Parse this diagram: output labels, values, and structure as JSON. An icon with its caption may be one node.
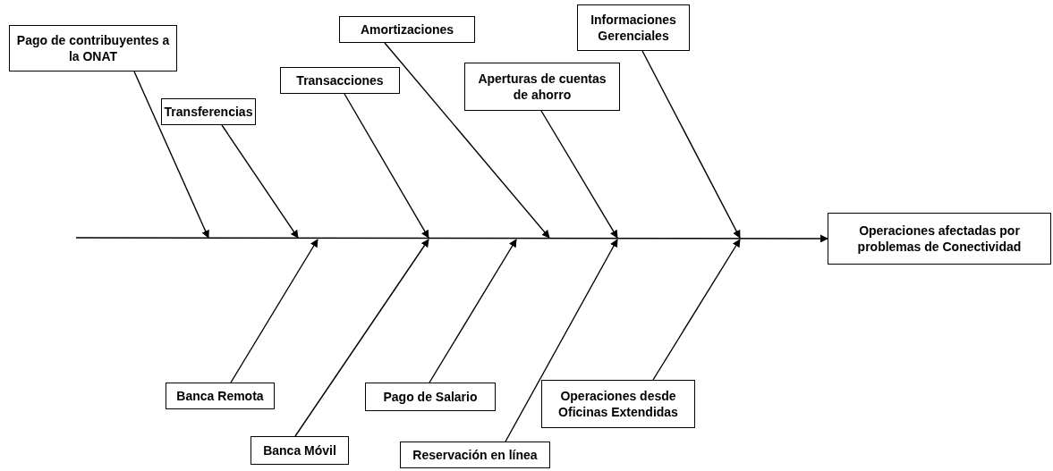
{
  "diagram": {
    "nodes": [
      {
        "text": [
          "Pago de contribuyentes a la ONAT"
        ]
      },
      {
        "text": [
          "Transferencias"
        ]
      },
      {
        "text": [
          "Transacciones"
        ]
      },
      {
        "text": [
          "Amortizaciones"
        ]
      },
      {
        "text": [
          "Aperturas de cuentas de ahorro"
        ]
      },
      {
        "text": [
          "Informaciones Gerenciales"
        ]
      },
      {
        "text": [
          "Operaciones afectadas por problemas de Conectividad"
        ]
      },
      {
        "text": [
          "Banca Remota"
        ]
      },
      {
        "text": [
          "Banca Móvil"
        ]
      },
      {
        "text": [
          "Pago de Salario"
        ]
      },
      {
        "text": [
          "Reservación en línea"
        ]
      },
      {
        "text": [
          "Operaciones desde Oficinas Extendidas"
        ]
      }
    ],
    "edges": [
      {
        "from": null,
        "to": 6,
        "arrow": "to"
      },
      {
        "from": 0,
        "to": null,
        "arrow": "to"
      },
      {
        "from": 1,
        "to": null,
        "arrow": "to"
      },
      {
        "from": 2,
        "to": null,
        "arrow": "to"
      },
      {
        "from": 3,
        "to": null,
        "arrow": "to"
      },
      {
        "from": 4,
        "to": null,
        "arrow": "to"
      },
      {
        "from": 5,
        "to": null,
        "arrow": "to"
      },
      {
        "from": 7,
        "to": null,
        "arrow": "to"
      },
      {
        "from": 8,
        "to": null,
        "arrow": "to"
      },
      {
        "from": 9,
        "to": null,
        "arrow": "to"
      },
      {
        "from": 10,
        "to": null,
        "arrow": "to"
      },
      {
        "from": 11,
        "to": null,
        "arrow": "to"
      }
    ]
  }
}
